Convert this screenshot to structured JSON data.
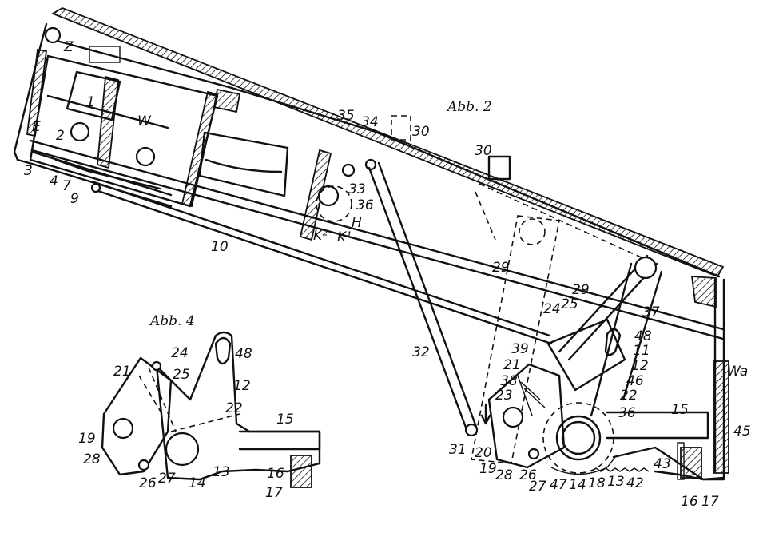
{
  "figures": {
    "abb2": {
      "title": "Abb. 2"
    },
    "abb4": {
      "title": "Abb. 4"
    }
  },
  "labels": {
    "abb2": {
      "n1": "1",
      "n2": "2",
      "n3": "3",
      "n4": "4",
      "n7": "7",
      "n9": "9",
      "n10": "10",
      "nZ": "Z",
      "nE": "E",
      "nW": "W",
      "n30a": "30",
      "n30b": "30",
      "n34": "34",
      "n35": "35",
      "n33": "33",
      "n36H": "36",
      "nH": "H",
      "nK1": "K¹",
      "nK2": "K²",
      "n29a": "29",
      "n29b": "29",
      "n32": "32",
      "n37": "37",
      "n48": "48",
      "n11": "11",
      "n12": "12",
      "n46": "46",
      "n24": "24",
      "n25": "25",
      "n39": "39",
      "n21": "21",
      "n38": "38",
      "n22": "22",
      "n23": "23",
      "n36": "36",
      "n15": "15",
      "nWa": "Wa",
      "n45": "45",
      "n43": "43",
      "n31": "31",
      "n20": "20",
      "n19": "19",
      "n28": "28",
      "n26": "26",
      "n27": "27",
      "n47": "47",
      "n14": "14",
      "n18": "18",
      "n13": "13",
      "n42": "42",
      "n16": "16",
      "n17": "17"
    },
    "abb4": {
      "n24": "24",
      "n48": "48",
      "n21": "21",
      "n25": "25",
      "n12": "12",
      "n22": "22",
      "n15": "15",
      "n19": "19",
      "n28": "28",
      "n26": "26",
      "n27": "27",
      "n14": "14",
      "n13": "13",
      "n16": "16",
      "n17": "17"
    }
  }
}
